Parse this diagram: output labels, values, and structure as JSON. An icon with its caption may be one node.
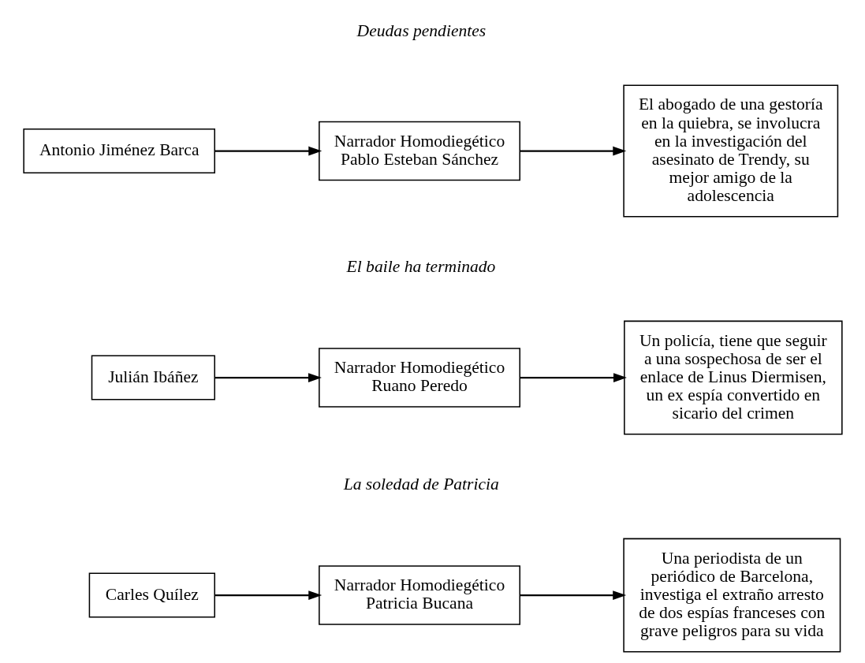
{
  "diagram": {
    "nodes": [
      {
        "text": [
          "Antonio Jiménez Barca"
        ]
      },
      {
        "text": [
          "Narrador Homodiegético Pablo Esteban Sánchez"
        ]
      },
      {
        "text": [
          "El abogado de una gestoría en la quiebra, se involucra en la investigación del asesinato de Trendy, su mejor amigo de la adolescencia"
        ]
      },
      {
        "text": [
          "Julián Ibáñez"
        ]
      },
      {
        "text": [
          "Narrador Homodiegético Ruano Peredo"
        ]
      },
      {
        "text": [
          "Un policía, tiene que seguir a una sospechosa de ser el enlace de Linus Diermisen, un ex espía convertido en sicario del crimen"
        ]
      },
      {
        "text": [
          "Carles Quílez"
        ]
      },
      {
        "text": [
          "Narrador Homodiegético Patricia Bucana"
        ]
      },
      {
        "text": [
          "Una periodista de un periódico de Barcelona, investiga el extraño arresto de dos espías franceses con grave peligros para su vida"
        ]
      }
    ],
    "edges": [
      {
        "from": 0,
        "to": 1,
        "arrow": "to"
      },
      {
        "from": 1,
        "to": 2,
        "arrow": "to"
      },
      {
        "from": 3,
        "to": 4,
        "arrow": "to"
      },
      {
        "from": 4,
        "to": 5,
        "arrow": "to"
      },
      {
        "from": 6,
        "to": 7,
        "arrow": "to"
      },
      {
        "from": 7,
        "to": 8,
        "arrow": "to"
      }
    ],
    "labels": [
      "Deudas pendientes",
      "El baile ha terminado",
      "La soledad de Patricia"
    ]
  }
}
